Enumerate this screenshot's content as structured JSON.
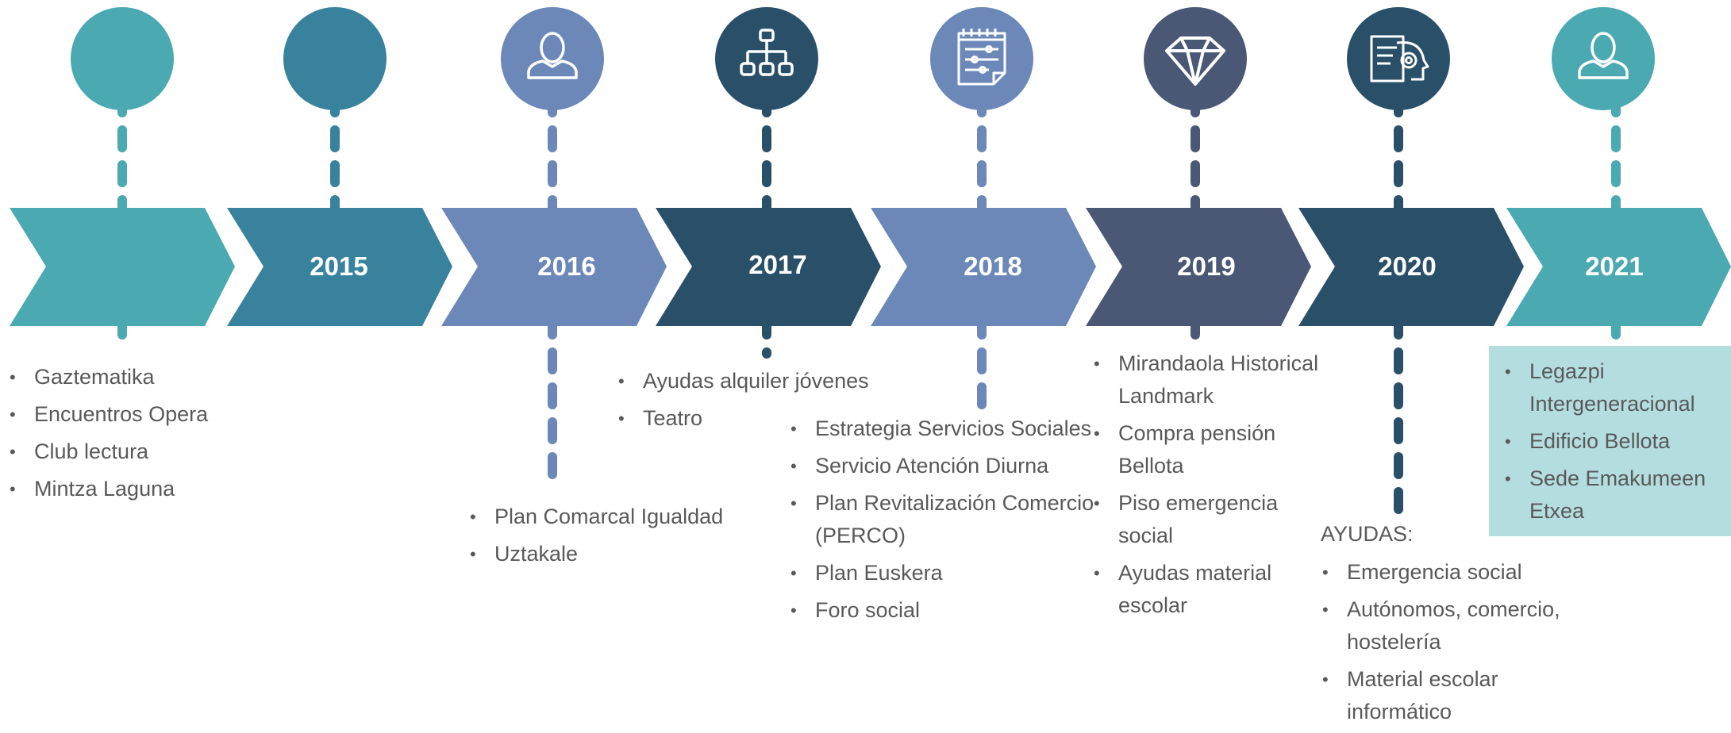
{
  "colors": {
    "teal_light": "#4ba9b1",
    "teal": "#38829e",
    "periwinkle": "#6b88b8",
    "navy": "#2a5069",
    "slate": "#4a5875",
    "highlight_box": "#b4dde0",
    "text": "#595959"
  },
  "timeline": [
    {
      "year": "",
      "color": "#4ba9b1",
      "icon": "",
      "items": [
        "Gaztematika",
        "Encuentros Opera",
        "Club lectura",
        "Mintza Laguna"
      ]
    },
    {
      "year": "2015",
      "color": "#38829e",
      "icon": "",
      "items": []
    },
    {
      "year": "2016",
      "color": "#6b88b8",
      "icon": "person-icon",
      "items": [
        "Plan Comarcal Igualdad",
        "Uztakale"
      ]
    },
    {
      "year": "2017",
      "color": "#2a5069",
      "icon": "org-chart-icon",
      "items": [
        "Ayudas alquiler jóvenes",
        "Teatro"
      ]
    },
    {
      "year": "2018",
      "color": "#6b88b8",
      "icon": "checklist-icon",
      "items": [
        "Estrategia Servicios Sociales",
        "Servicio Atención Diurna",
        " Plan Revitalización Comercio (PERCO)",
        "Plan Euskera",
        "Foro social"
      ]
    },
    {
      "year": "2019",
      "color": "#4a5875",
      "icon": "diamond-icon",
      "items": [
        "Mirandaola Historical Landmark",
        "Compra pensión Bellota",
        "Piso emergencia social",
        "Ayudas material escolar"
      ]
    },
    {
      "year": "2020",
      "color": "#2a5069",
      "icon": "head-gear-icon",
      "heading": "AYUDAS:",
      "items": [
        "Emergencia social",
        "Autónomos, comercio, hostelería",
        "Material escolar informático"
      ]
    },
    {
      "year": "2021",
      "color": "#4ba9b1",
      "icon": "person-icon",
      "items": [
        "Legazpi Intergeneracional",
        "Edificio Bellota",
        "Sede Emakumeen Etxea"
      ]
    }
  ]
}
